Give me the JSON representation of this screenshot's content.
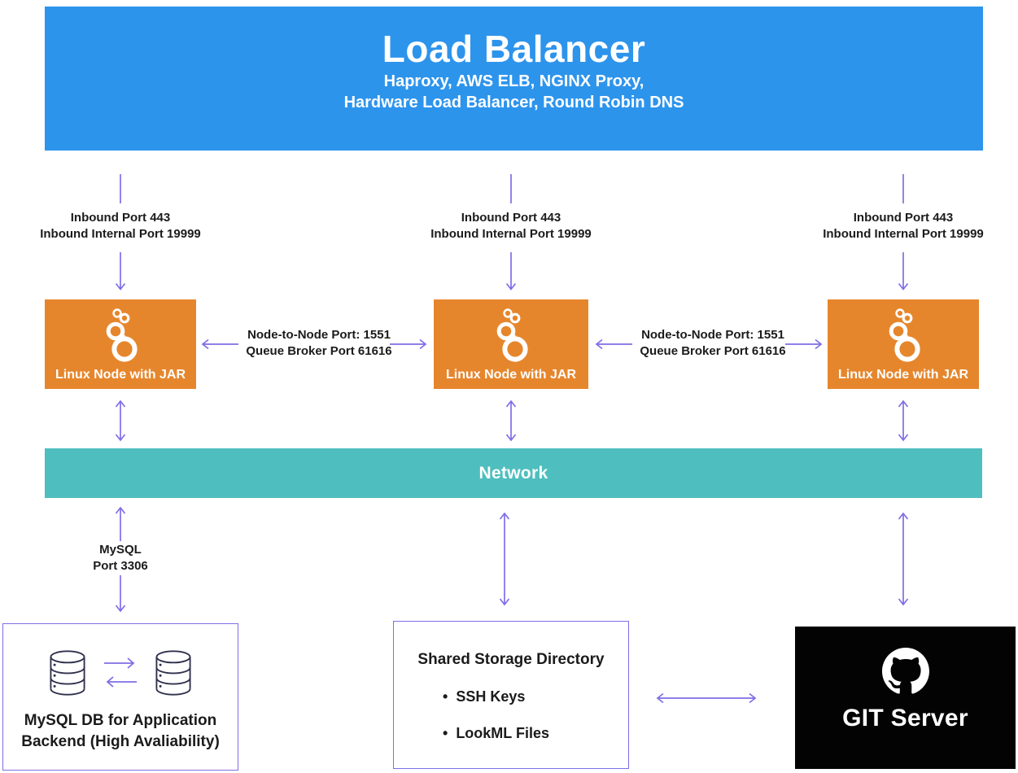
{
  "load_balancer": {
    "title": "Load Balancer",
    "subtitle_line1": "Haproxy, AWS ELB, NGINX Proxy,",
    "subtitle_line2": "Hardware Load Balancer, Round Robin DNS"
  },
  "inbound": {
    "line1": "Inbound Port 443",
    "line2": "Inbound Internal Port 19999"
  },
  "node_link": {
    "line1": "Node-to-Node Port: 1551",
    "line2": "Queue Broker Port 61616"
  },
  "linux_node": {
    "label": "Linux Node with JAR"
  },
  "network": {
    "label": "Network"
  },
  "mysql_link": {
    "line1": "MySQL",
    "line2": "Port 3306"
  },
  "mysql_db": {
    "line1": "MySQL DB for Application",
    "line2": "Backend (High Avaliability)"
  },
  "shared_storage": {
    "title": "Shared Storage Directory",
    "bullet": "•",
    "items": [
      "SSH Keys",
      "LookML Files"
    ]
  },
  "git_server": {
    "label": "GIT Server"
  },
  "colors": {
    "load_balancer_blue": "#2D94EC",
    "node_orange": "#E6862C",
    "network_teal": "#4FBEBE",
    "arrow_purple": "#7F6FE6",
    "git_black": "#030303",
    "db_icon_ink": "#30304D",
    "text_ink": "#1B1B1B"
  }
}
